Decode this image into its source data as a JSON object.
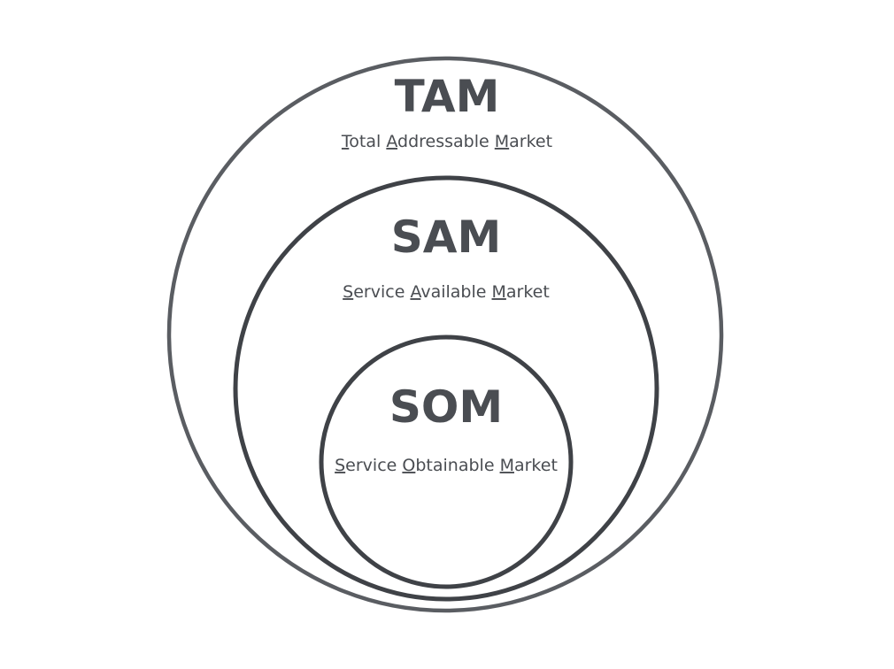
{
  "colors": {
    "stroke_outer": "#5a5d62",
    "stroke_inner": "#3f4247",
    "text": "#4a4d52"
  },
  "tam": {
    "abbr": "TAM",
    "words": [
      {
        "initial": "T",
        "rest": "otal"
      },
      {
        "initial": "A",
        "rest": "ddressable"
      },
      {
        "initial": "M",
        "rest": "arket"
      }
    ]
  },
  "sam": {
    "abbr": "SAM",
    "words": [
      {
        "initial": "S",
        "rest": "ervice"
      },
      {
        "initial": "A",
        "rest": "vailable"
      },
      {
        "initial": "M",
        "rest": "arket"
      }
    ]
  },
  "som": {
    "abbr": "SOM",
    "words": [
      {
        "initial": "S",
        "rest": "ervice"
      },
      {
        "initial": "O",
        "rest": "btainable"
      },
      {
        "initial": "M",
        "rest": "arket"
      }
    ]
  }
}
